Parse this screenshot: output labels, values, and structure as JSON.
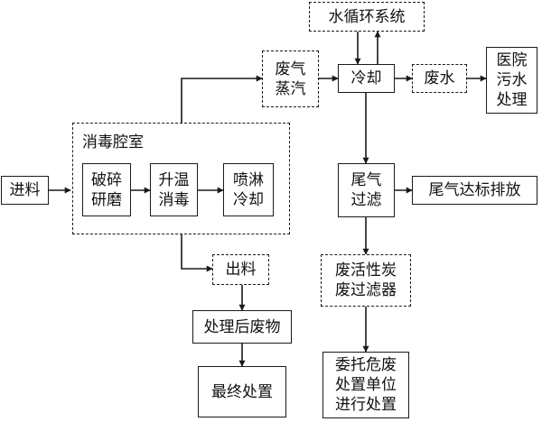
{
  "diagram": {
    "container": {
      "label": "消毒腔室"
    },
    "nodes": {
      "water_cycle": "水循环系统",
      "exhaust_steam": "废气\n蒸汽",
      "cooling": "冷却",
      "waste_water": "废水",
      "hospital_sewage": "医院\n污水\n处理",
      "feed_in": "进料",
      "crush_grind": "破碎\n研磨",
      "heat_disinfect": "升温\n消毒",
      "spray_cool": "喷淋\n冷却",
      "tail_gas_filter": "尾气\n过滤",
      "tail_gas_discharge": "尾气达标排放",
      "discharge": "出料",
      "waste_carbon_filter": "废活性炭\n废过滤器",
      "treated_waste": "处理后废物",
      "final_disposal": "最终处置",
      "entrusted_disposal": "委托危废\n处置单位\n进行处置"
    }
  }
}
